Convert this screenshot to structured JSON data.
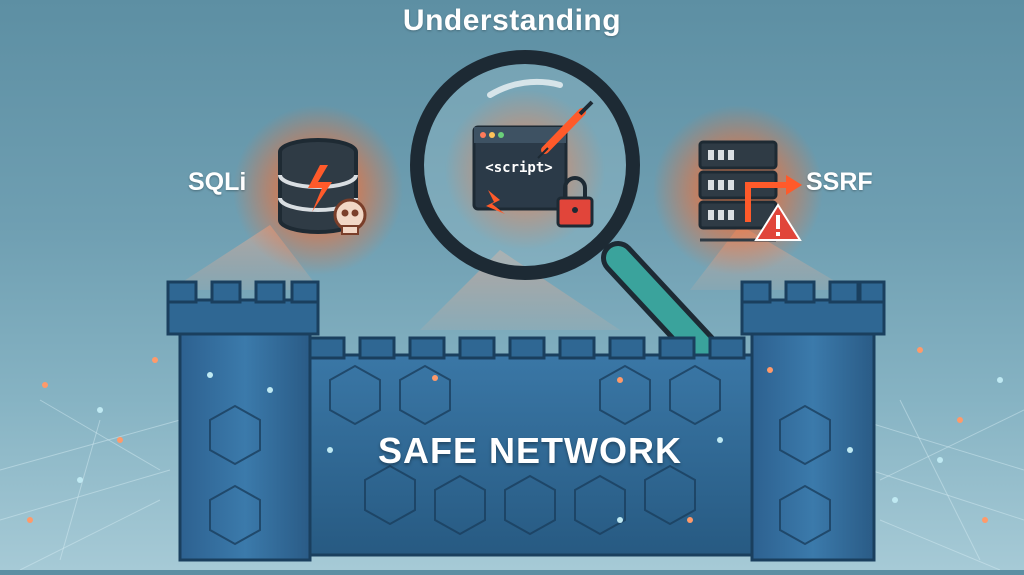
{
  "title": "Understanding",
  "threats": {
    "left_label": "SQLi",
    "right_label": "SSRF",
    "center_code": "<script>"
  },
  "wall": {
    "label": "SAFE NETWORK"
  },
  "colors": {
    "background": "#6f9fb2",
    "wall_blue": "#2f6793",
    "glow_orange": "#ff6a2a",
    "magnifier_handle": "#3aa39c",
    "warning_red": "#e1453a"
  },
  "icons": [
    "database-icon",
    "skull-icon",
    "code-window-icon",
    "syringe-icon",
    "padlock-icon",
    "server-rack-icon",
    "redirect-arrow-icon",
    "warning-icon",
    "magnifying-glass-icon"
  ]
}
